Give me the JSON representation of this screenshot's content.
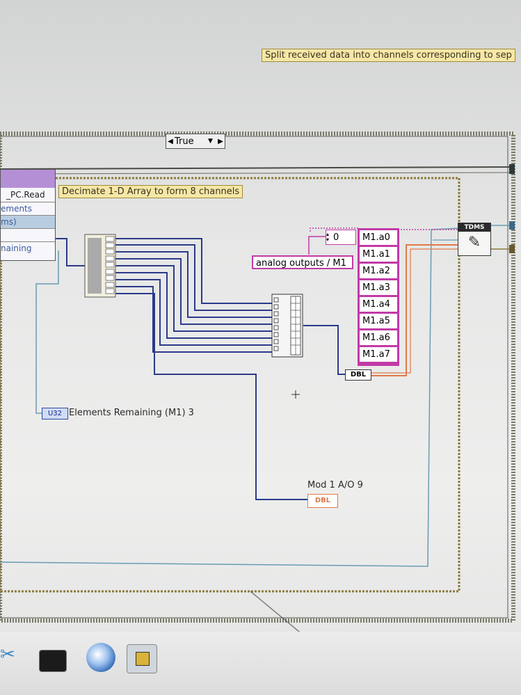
{
  "comment_top": "Split received data into channels corresponding to sep",
  "case_selector": {
    "value": "True"
  },
  "comment_decimate": "Decimate 1-D Array to form 8 channels",
  "left_node": {
    "rows": [
      "_PC.Read",
      "ements",
      "ms)",
      "",
      "naining"
    ]
  },
  "const_zero": "0",
  "analog_outputs_label": "analog outputs / M1",
  "channels": [
    "M1.a0",
    "M1.a1",
    "M1.a2",
    "M1.a3",
    "M1.a4",
    "M1.a5",
    "M1.a6",
    "M1.a7"
  ],
  "dbl_terminal": "DBL",
  "tdms_label": "TDMS",
  "elements_remaining": {
    "type": "U32",
    "label": "Elements Remaining (M1) 3"
  },
  "mod1": {
    "label": "Mod 1 A/O 9",
    "type": "DBL"
  },
  "colors": {
    "wire_dark": "#2b3a8a",
    "wire_orange": "#e07a48",
    "case_border": "#6b6b5a",
    "cluster_pink": "#c23aa6",
    "loop_teal": "#6a9bb3"
  }
}
